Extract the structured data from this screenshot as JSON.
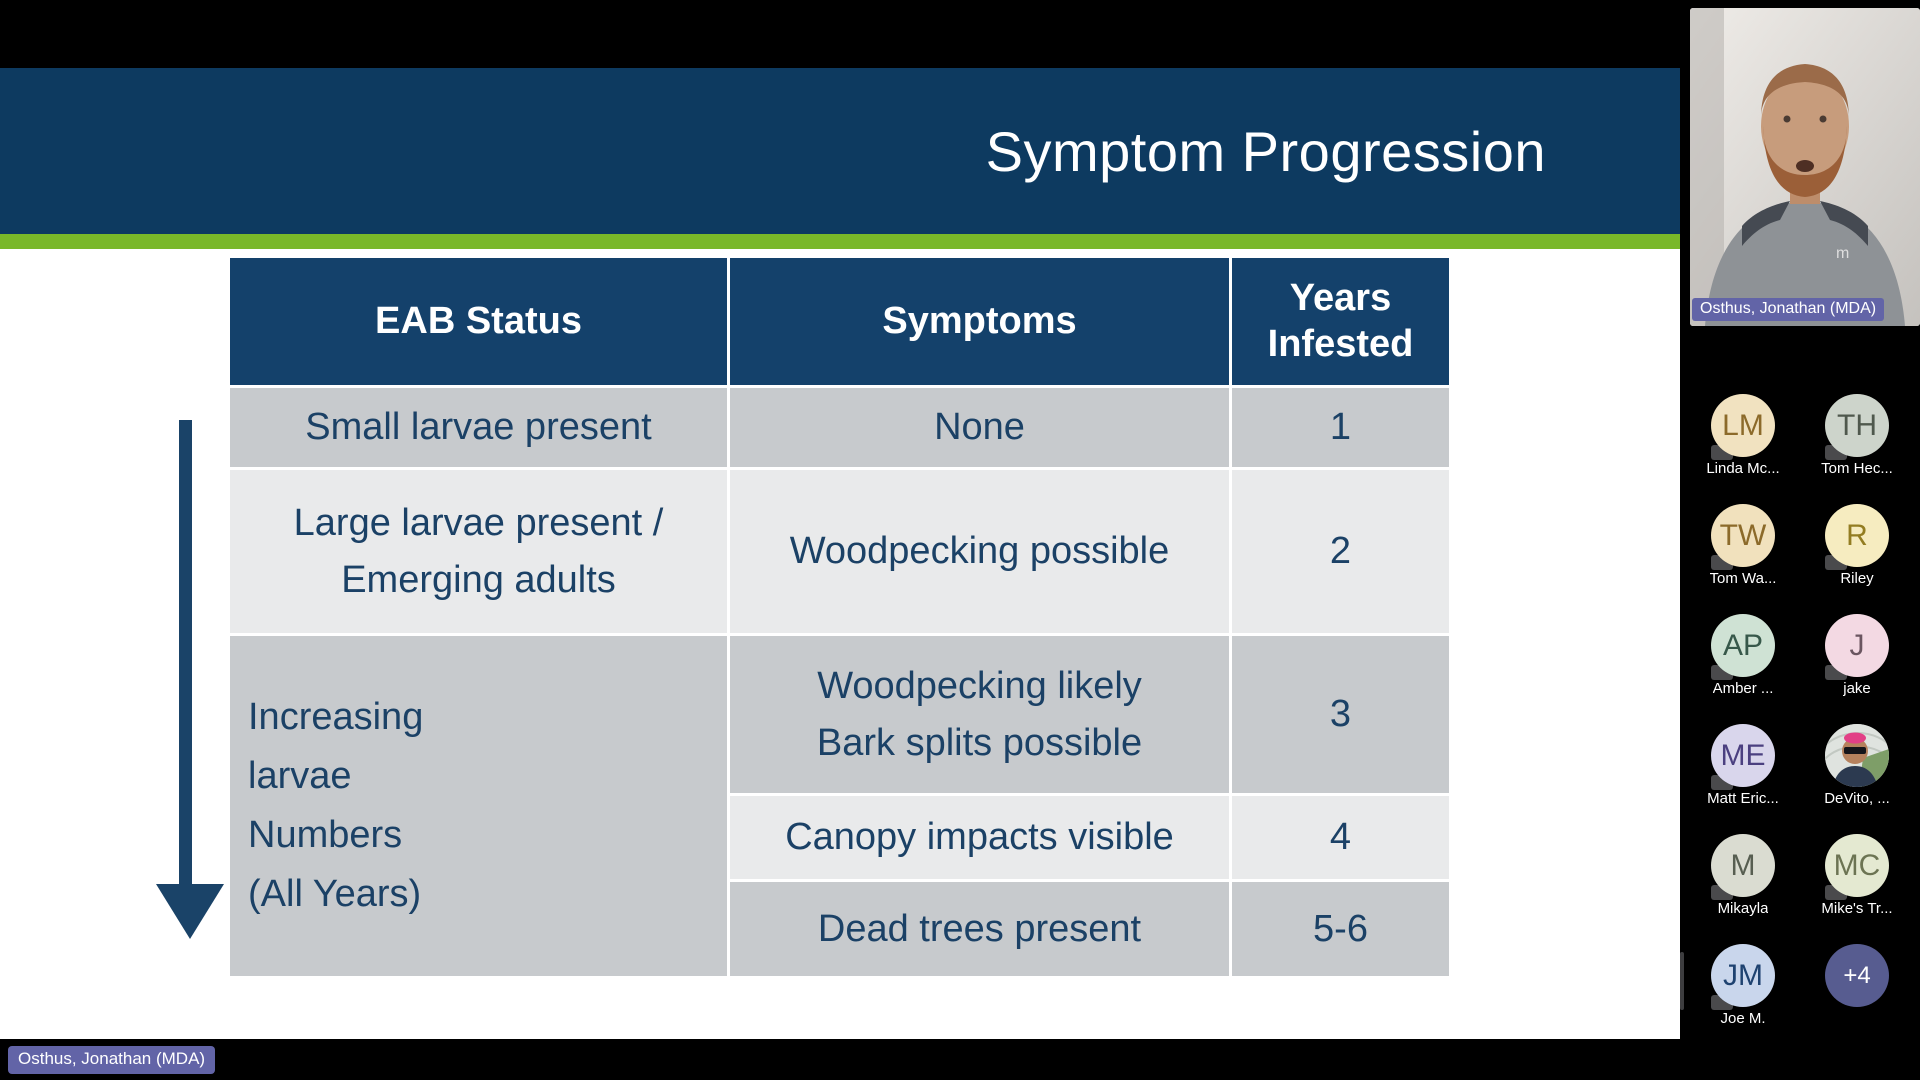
{
  "share": {
    "presenter_tag": "Osthus, Jonathan (MDA)"
  },
  "slide": {
    "title": "Symptom Progression",
    "colors": {
      "title_band_blue": "#0d3a60",
      "accent_green": "#79b829",
      "table_header_blue": "#14416b",
      "row_dark_gray": "#c7cacd",
      "row_light_gray": "#e9eaeb",
      "text_navy": "#1b4166",
      "name_tag_purple": "#6264a7"
    },
    "table": {
      "headers": {
        "status": "EAB Status",
        "symptoms": "Symptoms",
        "years": [
          "Years",
          "Infested"
        ]
      },
      "rows": [
        {
          "status": "Small larvae present",
          "symptom": "None",
          "years": "1"
        },
        {
          "status": [
            "Large larvae present /",
            "Emerging adults"
          ],
          "symptom": "Woodpecking possible",
          "years": "2"
        },
        {
          "status": [
            "Increasing",
            "larvae",
            "Numbers",
            "(All Years)"
          ],
          "symptom": [
            "Woodpecking likely",
            "Bark splits possible"
          ],
          "years": "3"
        },
        {
          "symptom": "Canopy impacts visible",
          "years": "4"
        },
        {
          "symptom": "Dead trees present",
          "years": "5-6"
        }
      ]
    }
  },
  "video_panel": {
    "speaker": {
      "name_tag": "Osthus, Jonathan (MDA)"
    },
    "participants": [
      {
        "initials": "LM",
        "label": "Linda Mc...",
        "bg": "#f1e2c0",
        "fg": "#8c6a2a",
        "muted": true
      },
      {
        "initials": "TH",
        "label": "Tom Hec...",
        "bg": "#cdd4cb",
        "fg": "#4f584d",
        "muted": true
      },
      {
        "initials": "TW",
        "label": "Tom Wa...",
        "bg": "#f1e1bd",
        "fg": "#8c6a2a",
        "muted": true
      },
      {
        "initials": "R",
        "label": "Riley",
        "bg": "#f6ecc0",
        "fg": "#937d22",
        "muted": true
      },
      {
        "initials": "AP",
        "label": "Amber ...",
        "bg": "#cfe2d4",
        "fg": "#37584a",
        "muted": true
      },
      {
        "initials": "J",
        "label": "jake",
        "bg": "#f3d9e3",
        "fg": "#6a5560",
        "muted": true
      },
      {
        "initials": "ME",
        "label": "Matt Eric...",
        "bg": "#d9d6ec",
        "fg": "#4b4080",
        "muted": true
      },
      {
        "initials": "",
        "label": "DeVito, ...",
        "photo": true,
        "muted": false
      },
      {
        "initials": "M",
        "label": "Mikayla",
        "bg": "#dadcd1",
        "fg": "#575e51",
        "muted": true
      },
      {
        "initials": "MC",
        "label": "Mike's Tr...",
        "bg": "#e4e9d1",
        "fg": "#6c7453",
        "muted": true
      },
      {
        "initials": "JM",
        "label": "Joe M.",
        "bg": "#c9d6ec",
        "fg": "#1e4270",
        "muted": true
      },
      {
        "initials": "+4",
        "label": "",
        "bg": "#575c90",
        "fg": "#ffffff",
        "muted": false
      }
    ]
  }
}
